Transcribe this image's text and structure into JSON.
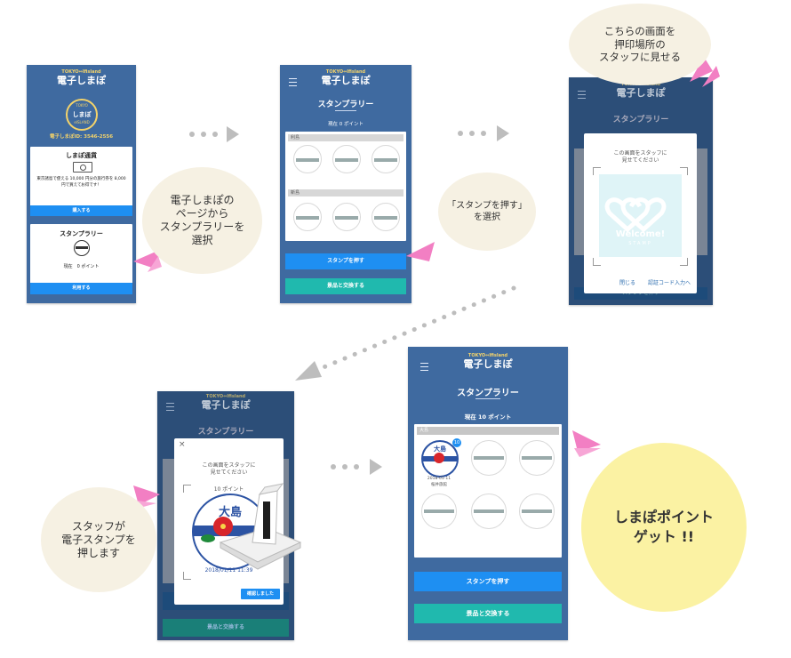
{
  "panel1": {
    "logo_top": "TOKYO⇔Ifisland",
    "logo_main": "電子しまぽ",
    "seal_text_top": "TOKYO",
    "seal_text_main": "しまぽ",
    "seal_text_bottom": "eISLAND",
    "phone_line": "電子しまぽID: 3546-2556",
    "card1_title": "しまぽ通貨",
    "card1_desc": "東京諸島で使える 10,000 円分の旅行券を 8,000 円で買えてお得です！",
    "card1_button": "購入する",
    "card2_title": "スタンプラリー",
    "card2_points": "現在　0 ポイント",
    "card2_button": "利用する"
  },
  "panel2": {
    "logo_top": "TOKYO⇔Ifisland",
    "logo_main": "電子しまぽ",
    "title": "スタンプラリー",
    "points": "現在 0 ポイント",
    "section1": "利島",
    "section2": "新島",
    "button_stamp": "スタンプを押す",
    "button_exchange": "景品と交換する"
  },
  "panel3": {
    "logo_top": "TOKYO⇔Ifisland",
    "logo_main": "電子しまぽ",
    "title": "スタンプラリー",
    "modal_text1": "この画面をスタッフに",
    "modal_text2": "見せてください",
    "stamp_main": "Welcome!",
    "stamp_sub": "STAMP",
    "button_close": "閉じる",
    "button_code": "認証コード入力へ",
    "behind_button": "スタンプを押す"
  },
  "panel4": {
    "logo_top": "TOKYO⇔Ifisland",
    "logo_main": "電子しまぽ",
    "title": "スタンプラリー",
    "close": "×",
    "modal_text1": "この画面をスタッフに",
    "modal_text2": "見せてください",
    "points": "10 ポイント",
    "stamp_island": "大島",
    "stamp_timestamp": "2018/01/11 11:39",
    "button_confirm": "確認しました",
    "behind_button": "景品と交換する"
  },
  "panel5": {
    "logo_top": "TOKYO⇔Ifisland",
    "logo_main": "電子しまぽ",
    "title": "スタンプラリー",
    "points": "現在 10 ポイント",
    "section": "大島",
    "stamp_island": "大島",
    "badge": "10",
    "stamp_date": "2018-01-11",
    "stamp_loc": "桜井旅館",
    "button_stamp": "スタンプを押す",
    "button_exchange": "景品と交換する"
  },
  "callouts": {
    "c1": [
      "電子しまぽの",
      "ページから",
      "スタンプラリーを",
      "選択"
    ],
    "c2": [
      "「スタンプを押す」",
      "を選択"
    ],
    "c3": [
      "こちらの画面を",
      "押印場所の",
      "スタッフに見せる"
    ],
    "c4": [
      "スタッフが",
      "電子スタンプを",
      "押します"
    ],
    "c5": [
      "しまぽポイント",
      "ゲット !!"
    ]
  },
  "colors": {
    "phone_blue": "#3f6aa0",
    "button_blue": "#1e8ff2",
    "button_teal": "#20b9ae",
    "arrow_pink": "#f27fc3",
    "bubble_cream": "#f6f1e3",
    "bubble_yellow": "#fbf2a3"
  },
  "icons": [
    "hamburger-icon",
    "logo-seal-icon",
    "chevron-right-icon",
    "pink-pointer-icon",
    "camellia-stamp-icon",
    "electronic-stamp-device"
  ]
}
